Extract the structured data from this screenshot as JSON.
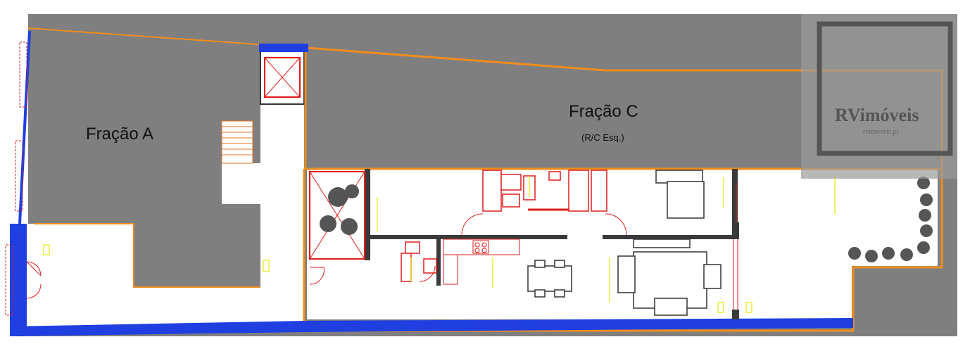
{
  "plan": {
    "fraction_a": {
      "label": "Fração A"
    },
    "fraction_c": {
      "label": "Fração C",
      "sublabel": "(R/C Esq.)"
    }
  },
  "watermark": {
    "brand": "RVimóveis",
    "url": "rvimoveis.pt"
  },
  "colors": {
    "background_gray": "#7f7f7f",
    "boundary_orange": "#f08c1e",
    "wall_blue": "#1f3fe0",
    "furniture_red": "#e01b1b",
    "wall_dark": "#3a3a3a",
    "dimension_yellow": "#e6e600"
  }
}
